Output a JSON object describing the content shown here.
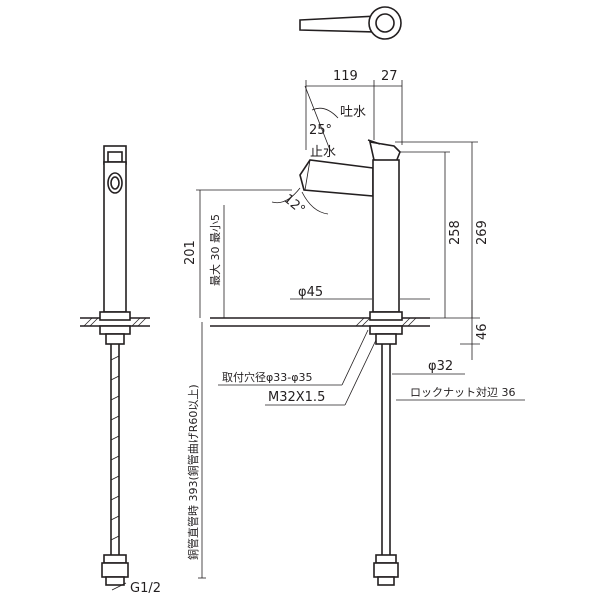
{
  "drawing": {
    "dim_119": "119",
    "dim_27": "27",
    "dim_258": "258",
    "dim_269": "269",
    "dim_201": "201",
    "dim_46": "46",
    "max_reach": "最大 30 最小5",
    "spout_diameter": "φ45",
    "pipe_diameter": "φ32",
    "mount_hole": "取付穴径φ33-φ35",
    "thread": "M32X1.5",
    "locknut": "ロックナット対辺 36",
    "pipe_length": "銅管直管時 393(銅管曲げR60以上)",
    "connection": "G1/2",
    "label_outflow": "吐水",
    "label_stop": "止水",
    "angle_25": "25°",
    "angle_12": "12°"
  }
}
